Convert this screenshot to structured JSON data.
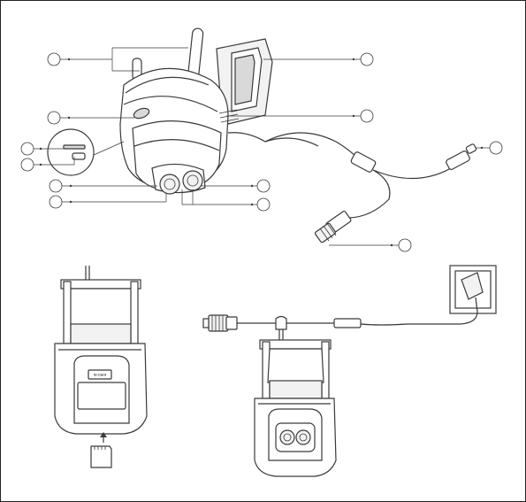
{
  "diagram": {
    "callouts": [
      {
        "id": "c1"
      },
      {
        "id": "c2"
      },
      {
        "id": "c3"
      },
      {
        "id": "c4"
      },
      {
        "id": "c5"
      },
      {
        "id": "c6"
      },
      {
        "id": "c7"
      },
      {
        "id": "c8"
      },
      {
        "id": "c9"
      },
      {
        "id": "c10"
      },
      {
        "id": "c11"
      },
      {
        "id": "c12"
      },
      {
        "id": "c13"
      }
    ],
    "sd_card_label": "Sr.Card",
    "colors": {
      "stroke": "#3a3a3a",
      "background": "#ffffff"
    }
  }
}
